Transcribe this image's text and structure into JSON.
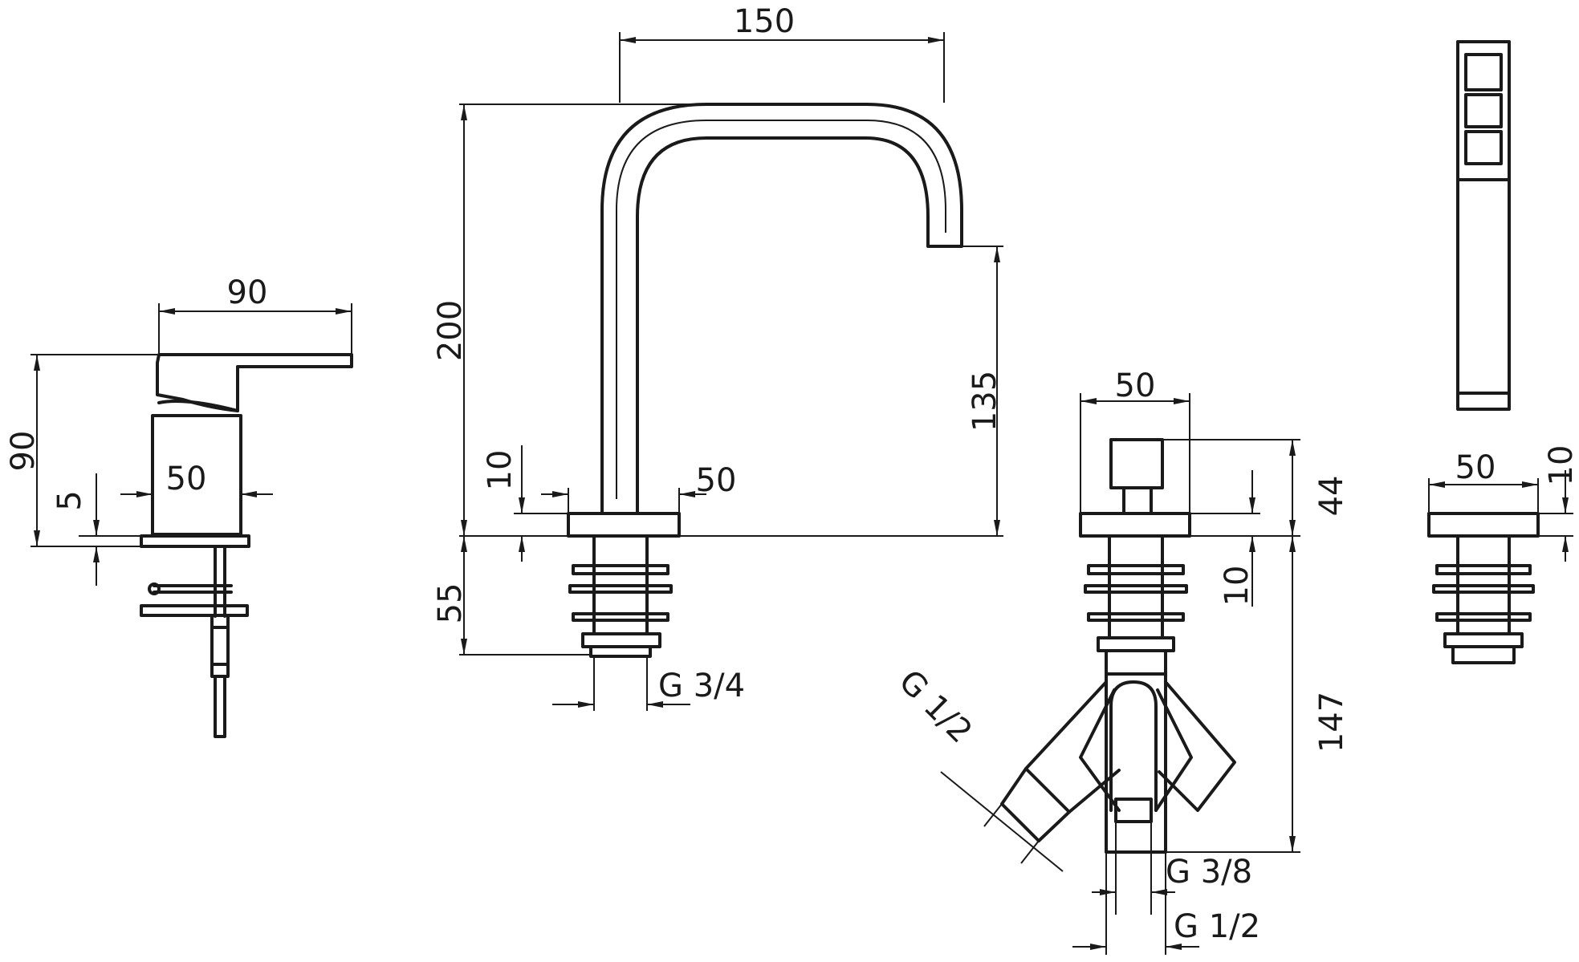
{
  "dimensions": {
    "mixer_width": "90",
    "mixer_height": "90",
    "mixer_body": "50",
    "mixer_deck": "5",
    "spout_reach": "150",
    "spout_height": "200",
    "spout_outlet": "135",
    "spout_plate": "10",
    "spout_base": "50",
    "spout_below": "55",
    "spout_thread": "G 3/4",
    "diverter_width": "50",
    "diverter_height": "44",
    "diverter_plate": "10",
    "diverter_below": "147",
    "diverter_inlet": "G 1/2",
    "diverter_out_small": "G 3/8",
    "diverter_out_big": "G 1/2",
    "holder_width": "50",
    "holder_plate": "10"
  },
  "colors": {
    "line": "#1a1a1a",
    "background": "#ffffff"
  }
}
